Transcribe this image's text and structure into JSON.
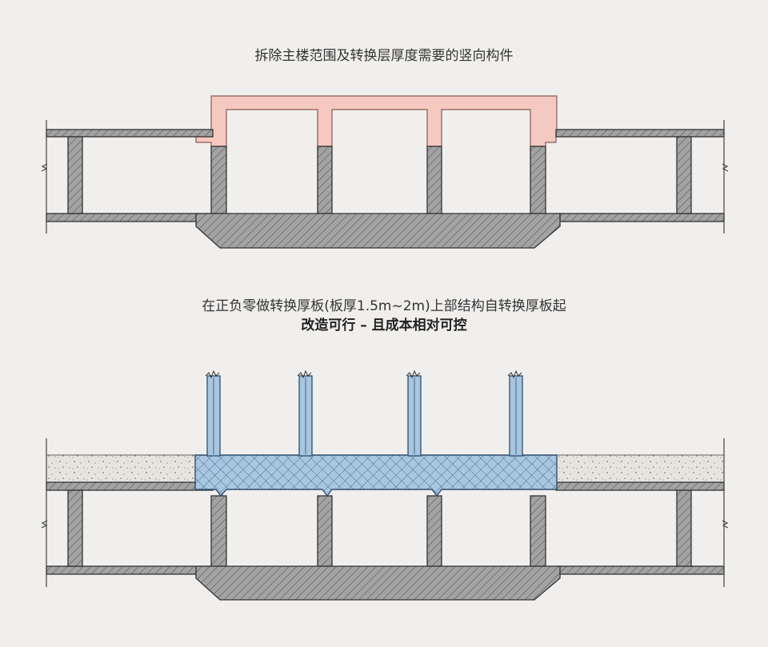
{
  "diagram": {
    "caption_top": "拆除主楼范围及转换层厚度需要的竖向构件",
    "caption_bottom_line1": "在正负零做转换厚板(板厚1.5m~2m)上部结构自转换厚板起",
    "caption_bottom_line2": "改造可行 – 且成本相对可控"
  },
  "colors": {
    "background": "#f0efed",
    "concrete": "#a3a3a3",
    "removed": "#f5c9c0",
    "new_structure": "#a9c6e0",
    "gravel": "#e6e4df"
  }
}
